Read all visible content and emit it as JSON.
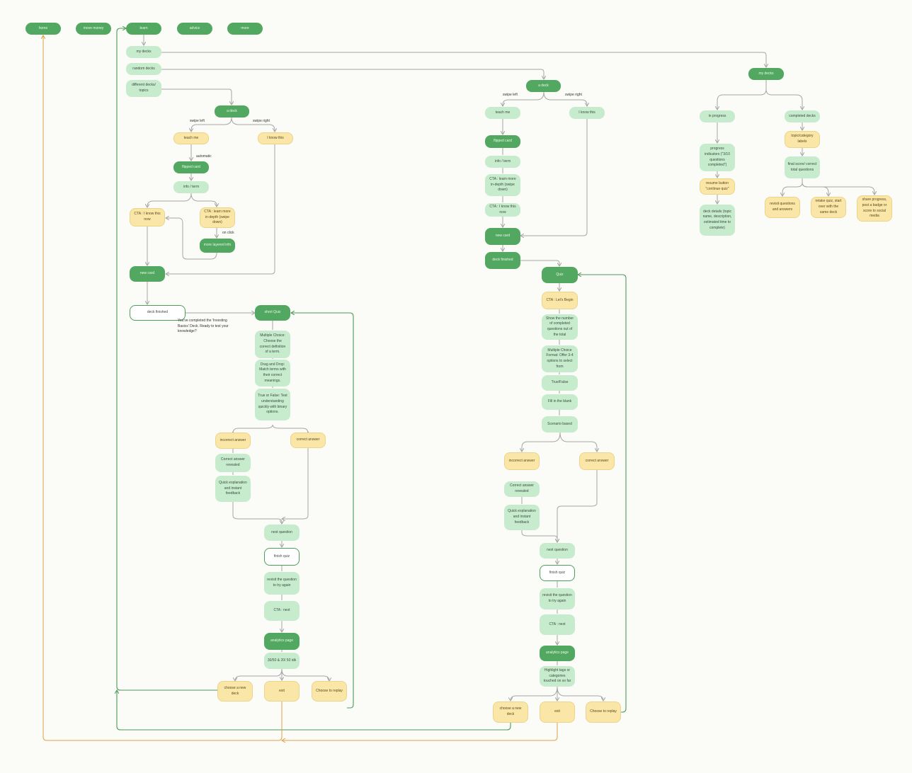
{
  "colors": {
    "nav_node": "#52a860",
    "light_node": "#c6eccd",
    "decision_node": "#fae6a6",
    "connector_gray": "#a6a6a6",
    "connector_green": "#4a9a5a",
    "connector_orange": "#e0a24a"
  },
  "nav": {
    "home": "home",
    "move_money": "move money",
    "learn": "learn",
    "advice": "advice",
    "more": "more"
  },
  "learn_menu": {
    "my_decks": "my decks",
    "random_decks": "random decks",
    "different_decks": "different decks/ topics"
  },
  "flow_a": {
    "a_deck": "a deck",
    "swipe_left": "swipe left",
    "swipe_right": "swipe right",
    "teach_me": "teach me",
    "i_know_this": "I know this",
    "automatic": "automatic",
    "flipped_card": "flipped card",
    "info_term": "info / term",
    "cta_know_now": "CTA : I know this now",
    "cta_learn_more": "CTA : learn more in-depth (swipe down)",
    "on_click": "on click",
    "more_info": "more layered info",
    "new_card": "new card",
    "deck_finished": "deck finished",
    "completion_message": "You've completed the 'Investing Basics' Deck. Ready to test your knowledge?"
  },
  "quiz_a": {
    "short_quiz": "short Quiz",
    "multiple_choice": "Multiple Choice: Choose the correct definition of a term.",
    "drag_drop": "Drag and Drop: Match terms with their correct meanings.",
    "true_false": "True or False: Test understanding quickly with binary options.",
    "incorrect": "incorrect answer",
    "correct": "correct answer",
    "revealed": "Correct answer revealed",
    "explanation": "Quick explanation and instant feedback",
    "next_question": "next question",
    "finish_quiz": "finish quiz",
    "revisit": "revisit the question to try again",
    "cta_next": "CTA : next",
    "analytics": "analytics page",
    "score": "30/50 & 20/ 50 idk",
    "choose_new_deck": "choose a new deck",
    "exit": "exit",
    "replay": "Choose to replay"
  },
  "flow_b": {
    "a_deck": "a deck",
    "swipe_left": "swipe left",
    "swipe_right": "swipe right",
    "teach_me": "teach me",
    "i_know_this": "I know this",
    "flipped_card": "flipped card",
    "info_term": "info / term",
    "cta_learn_more": "CTA : learn more in-depth (swipe down)",
    "cta_know_now": "CTA : I know this now",
    "new_card": "new card",
    "deck_finished": "deck finished"
  },
  "quiz_b": {
    "quiz": "Quiz",
    "cta_begin": "CTA : Let's Begin",
    "show_number": "Show the number of completed questions out of the total",
    "multiple_choice": "Multiple Choice Format: Offer 3-4 options to select from",
    "true_false": "True/False",
    "fill_blank": "Fill in the blank",
    "scenario": "Scenario based",
    "incorrect": "incorrect answer",
    "correct": "correct answer",
    "revealed": "Correct answer revealed",
    "explanation": "Quick explanation and instant feedback",
    "next_question": "next question",
    "finish_quiz": "finish quiz",
    "revisit": "revisit the question to try again",
    "cta_next": "CTA : next",
    "analytics": "analytics page",
    "highlight": "Highlight tags or categories touched on so far",
    "choose_new_deck": "choose a new deck",
    "exit": "exit",
    "replay": "Choose to replay"
  },
  "my_decks_flow": {
    "my_decks": "my decks",
    "in_progress": "in progress",
    "completed_decks": "completed decks",
    "progress_indicators": "progress indicators (\"3/10 questions completed\")",
    "resume_button": "resume button \"continue quiz\"",
    "deck_details": "deck details (topic name, description, estimated time to complete)",
    "topic_labels": "topic/category labels",
    "final_score": "final score/ correct total questions",
    "revisit_qa": "revisit questions and answers",
    "retake_quiz": "retake quiz, start over with the same deck",
    "share_progress": "share progress, post a badge or score to social media"
  }
}
